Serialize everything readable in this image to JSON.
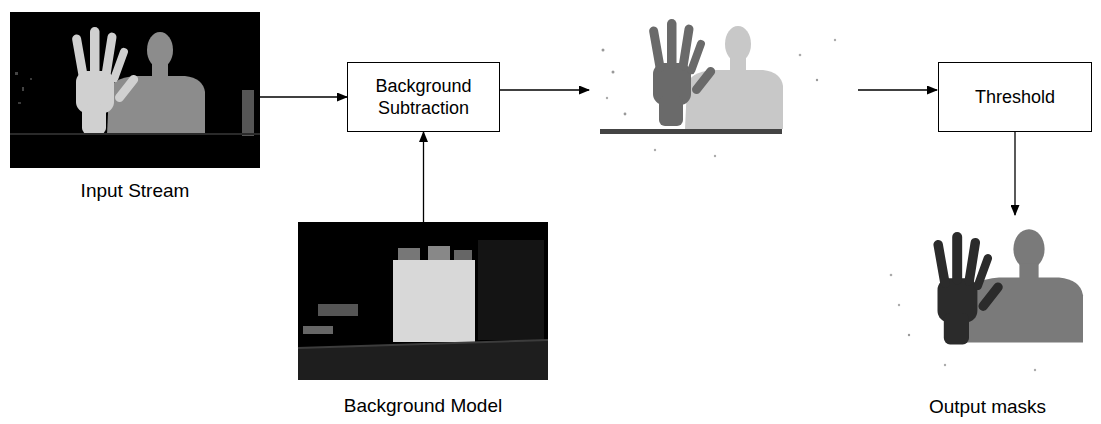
{
  "diagram": {
    "nodes": [
      {
        "text": [
          "Input Stream"
        ]
      },
      {
        "text": [
          "Background Subtraction"
        ]
      },
      {
        "text": [
          "Background Model"
        ]
      },
      {
        "text": [
          "Threshold"
        ]
      },
      {
        "text": [
          "Output masks"
        ]
      }
    ],
    "edges": [
      {
        "from": 0,
        "to": 1,
        "arrow": "to"
      },
      {
        "from": 2,
        "to": 1,
        "arrow": "to"
      },
      {
        "from": 3,
        "to": 4,
        "arrow": "to"
      }
    ]
  }
}
